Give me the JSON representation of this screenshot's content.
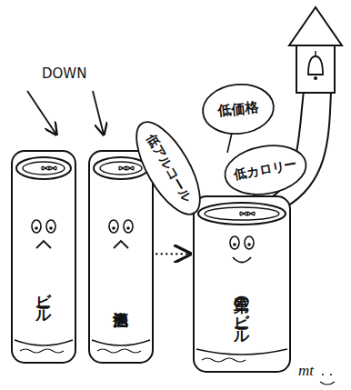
{
  "diagram": {
    "nodes": [
      {
        "text": [
          "ビール"
        ]
      },
      {
        "text": [
          "発泡酒"
        ]
      },
      {
        "text": [
          "第三のビール"
        ]
      },
      {
        "text": [
          "低アルコール"
        ]
      },
      {
        "text": [
          "低価格"
        ]
      },
      {
        "text": [
          "低カロリー"
        ]
      }
    ],
    "edges": [
      {
        "from": 1,
        "to": 2,
        "arrow": "to"
      }
    ],
    "labels": [
      "DOWN",
      "mt"
    ]
  }
}
